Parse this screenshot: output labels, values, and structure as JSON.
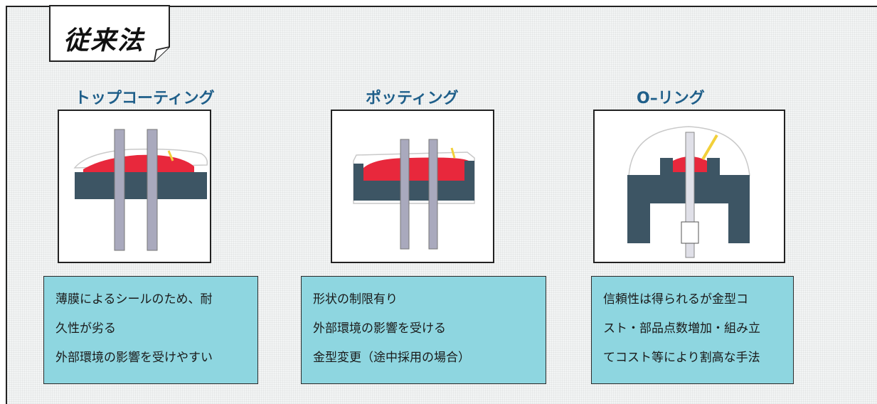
{
  "header": {
    "tag_label": "従来法"
  },
  "methods": [
    {
      "title": "トップコーティング",
      "notes": [
        "薄膜によるシールのため、耐",
        "久性が劣る",
        "外部環境の影響を受けやすい"
      ]
    },
    {
      "title": "ポッティング",
      "notes": [
        "形状の制限有り",
        "外部環境の影響を受ける",
        "金型変更（途中採用の場合）"
      ]
    },
    {
      "title": "O–リング",
      "notes": [
        "信頼性は得られるが金型コ",
        "スト・部品点数増加・組み立",
        "てコスト等により割高な手法"
      ]
    }
  ],
  "colors": {
    "title": "#1f5f8a",
    "note_bg": "#8ed6e0",
    "housing": "#3d5564",
    "sealant": "#e8283c",
    "pin": "#a9a9bd",
    "arrow": "#f2d03a"
  }
}
